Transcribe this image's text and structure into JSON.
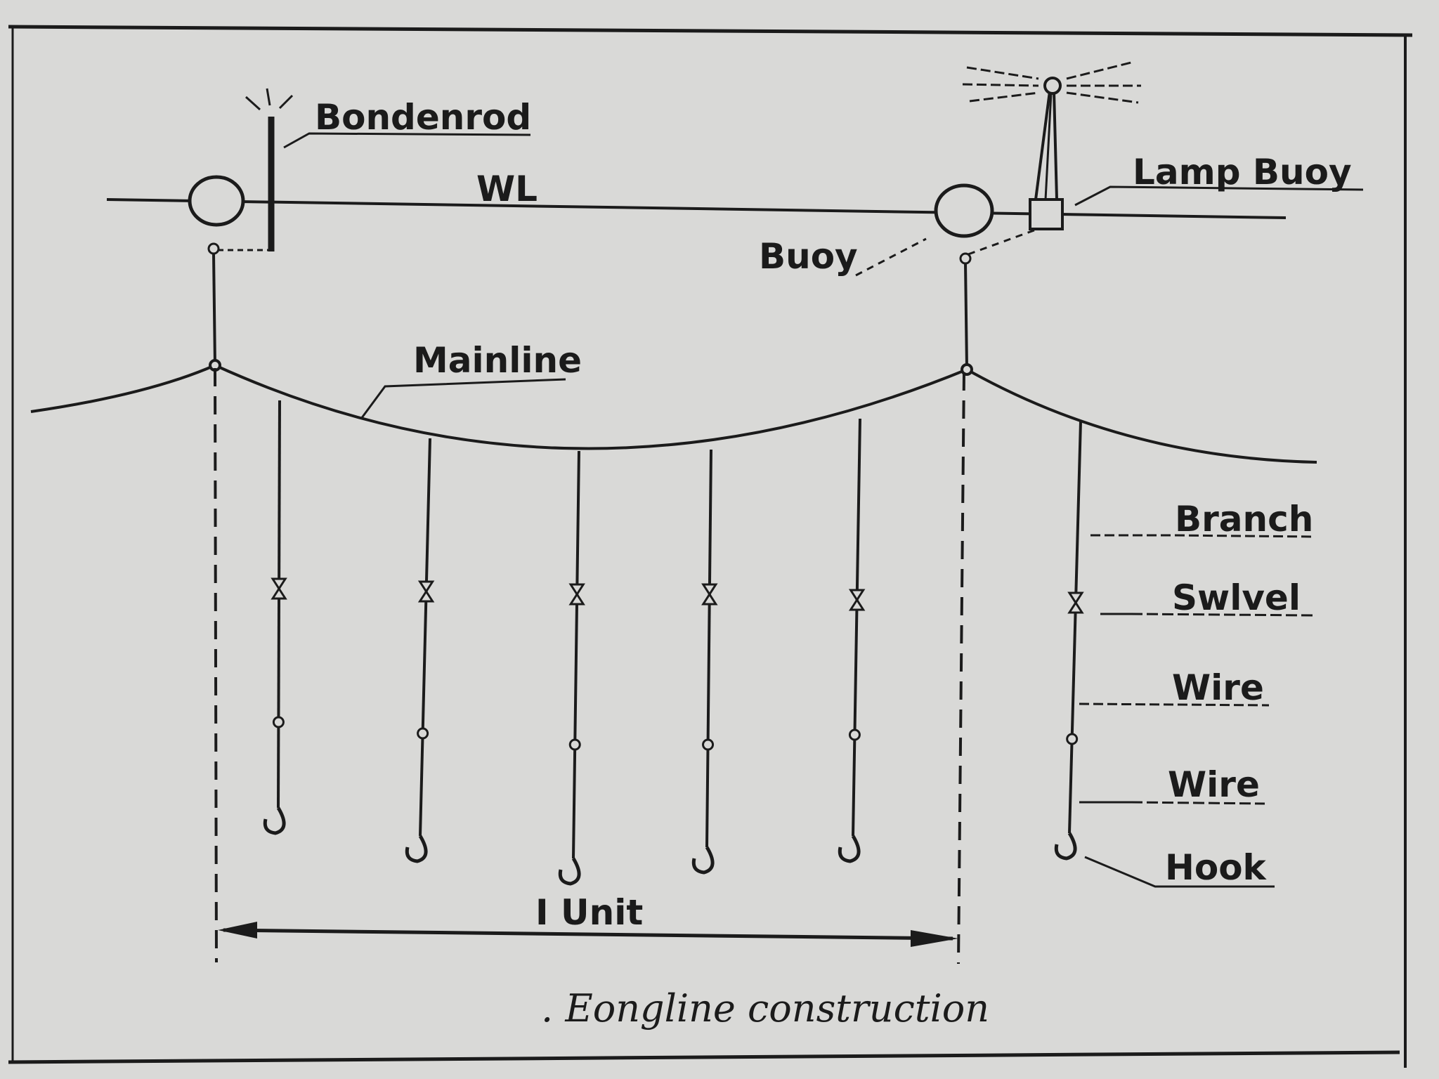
{
  "labels": {
    "bondenrod": "Bondenrod",
    "wl": "WL",
    "lamp_buoy": "Lamp Buoy",
    "buoy": "Buoy",
    "mainline": "Mainline",
    "branch": "Branch",
    "swivel": "Swlvel",
    "wire_upper": "Wire",
    "wire_lower": "Wire",
    "hook": "Hook",
    "unit": "I Unit"
  },
  "caption": ". Eongline construction",
  "colors": {
    "ink": "#1b1b1b",
    "paper": "#d9d9d7"
  }
}
